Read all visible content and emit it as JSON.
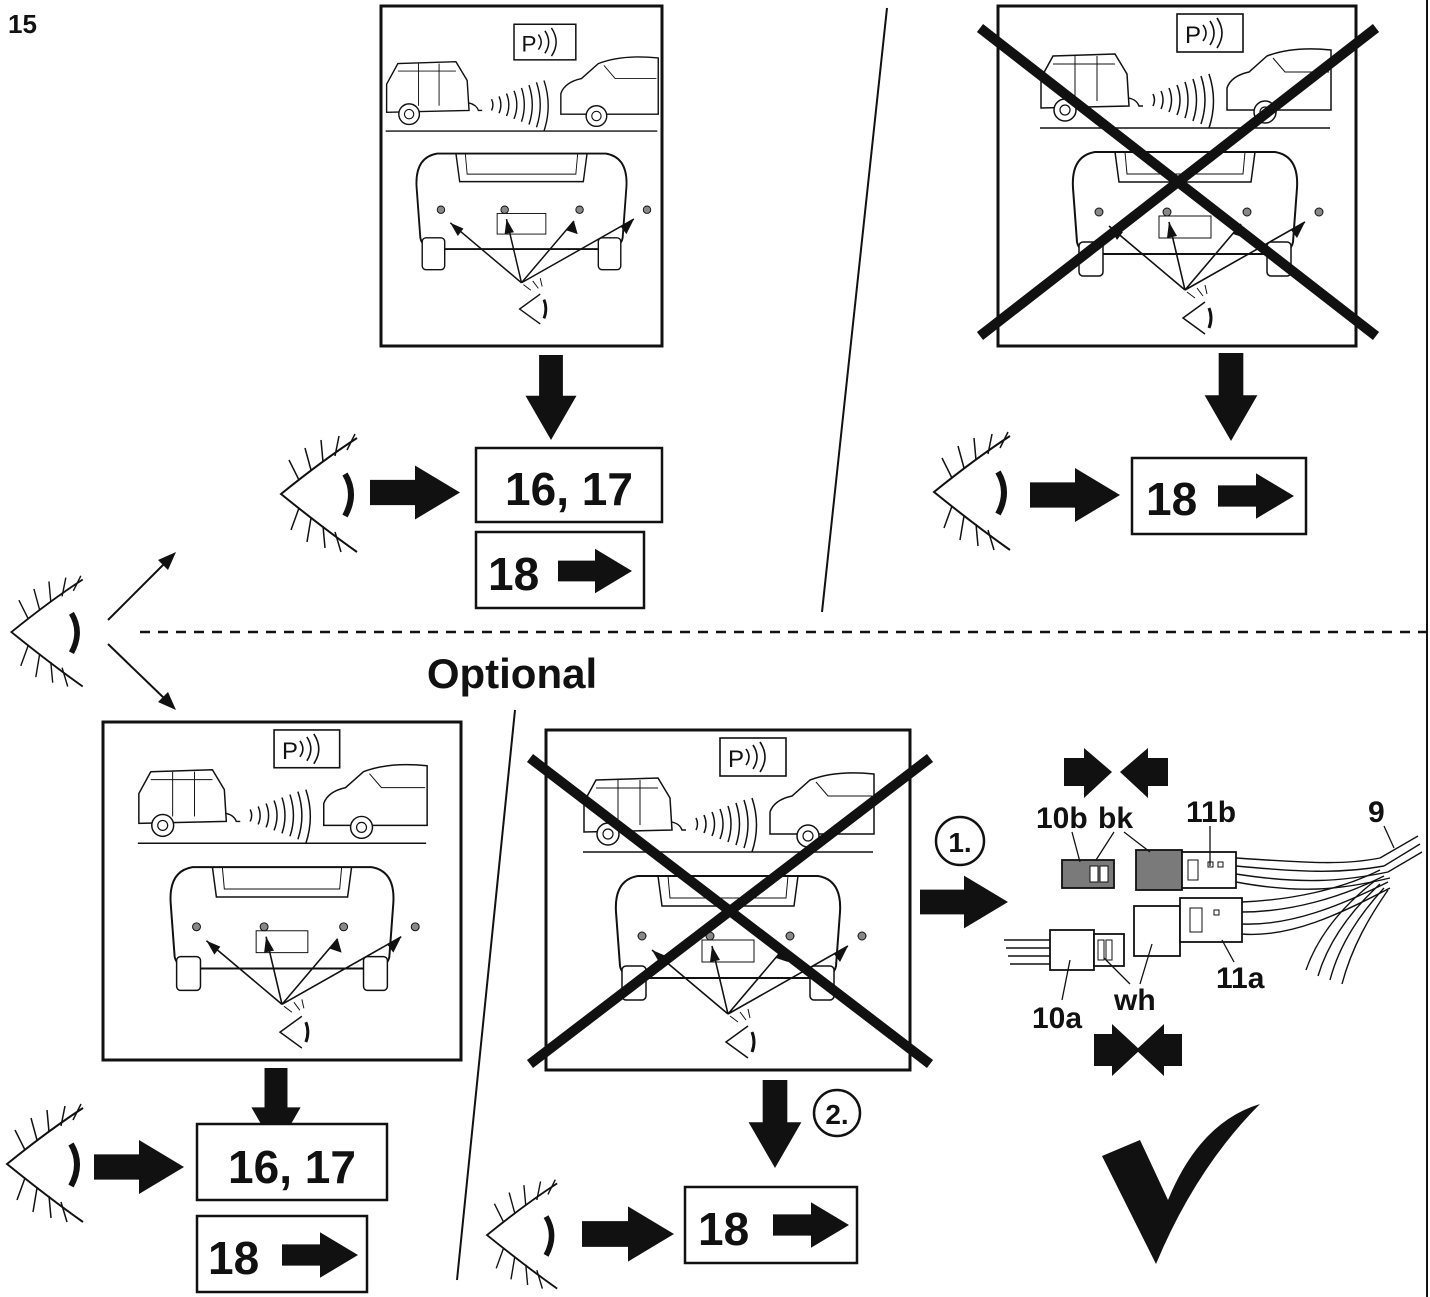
{
  "step_number": "15",
  "optional_label": "Optional",
  "ref_steps": {
    "top_left_a": "16, 17",
    "top_left_b": "18",
    "top_right": "18",
    "bottom_left_a": "16, 17",
    "bottom_left_b": "18",
    "bottom_mid": "18"
  },
  "parking_sign": "P",
  "sequence": {
    "first": "1.",
    "second": "2."
  },
  "connectors": {
    "c10a": "10a",
    "c10b": "10b",
    "c11a": "11a",
    "c11b": "11b",
    "harness": "9",
    "black": "bk",
    "white": "wh"
  },
  "colors": {
    "ink": "#111111",
    "connector_black": "#7a7a7a",
    "connector_white": "#ffffff"
  }
}
